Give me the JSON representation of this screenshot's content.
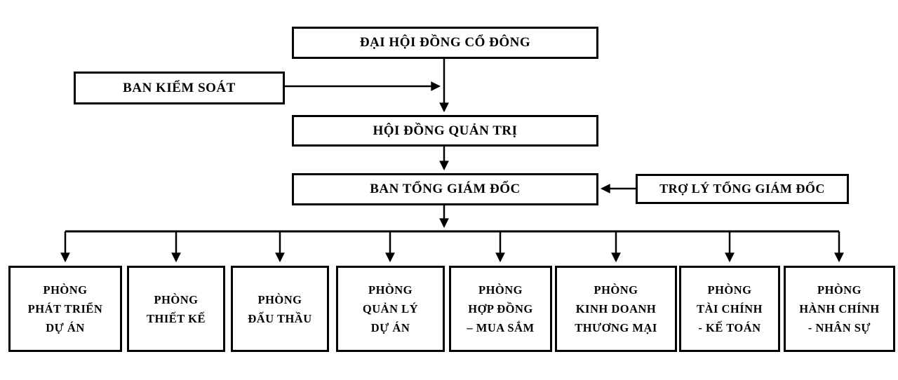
{
  "nodes": {
    "shareholders_meeting": "ĐẠI HỘI ĐỒNG CỔ ĐÔNG",
    "supervisory_board": "BAN KIỂM SOÁT",
    "board_of_directors": "HỘI ĐỒNG QUẢN TRỊ",
    "general_directors_board": "BAN TỔNG GIÁM ĐỐC",
    "assistant_general_director": "TRỢ LÝ TỔNG GIÁM ĐỐC"
  },
  "departments": [
    {
      "label": "PHÒNG\nPHÁT TRIỂN\nDỰ ÁN"
    },
    {
      "label": "PHÒNG\nTHIẾT KẾ"
    },
    {
      "label": "PHÒNG\nĐẤU THẦU"
    },
    {
      "label": "PHÒNG\nQUẢN LÝ\nDỰ ÁN"
    },
    {
      "label": "PHÒNG\nHỢP ĐỒNG\n– MUA SẮM"
    },
    {
      "label": "PHÒNG\nKINH DOANH\nTHƯƠNG MẠI"
    },
    {
      "label": "PHÒNG\nTÀI CHÍNH\n- KẾ TOÁN"
    },
    {
      "label": "PHÒNG\nHÀNH CHÍNH\n- NHÂN SỰ"
    }
  ],
  "colors": {
    "background": "#ffffff",
    "line": "#000000",
    "box_border": "#000000",
    "text": "#000000"
  }
}
